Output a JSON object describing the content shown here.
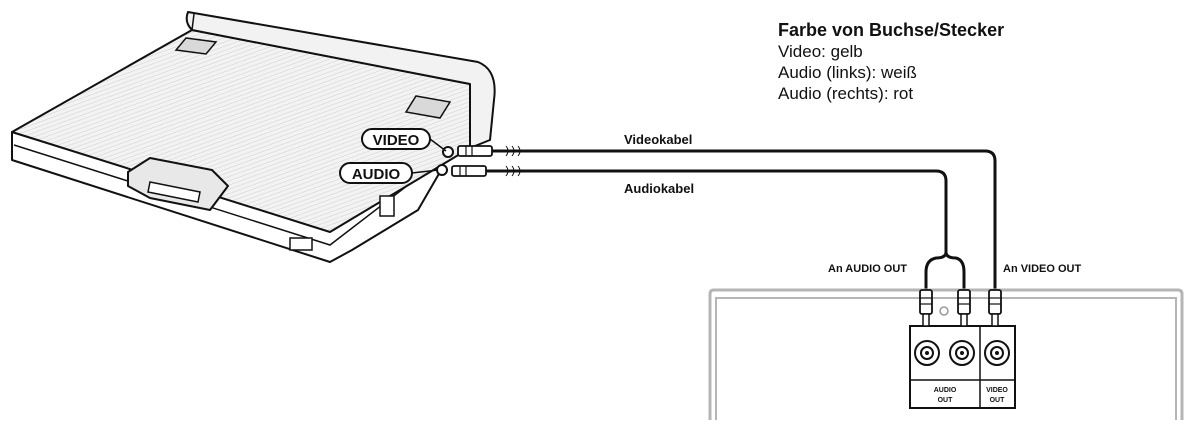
{
  "legend": {
    "title": "Farbe von Buchse/Stecker",
    "lines": [
      "Video: gelb",
      "Audio (links): weiß",
      "Audio (rechts): rot"
    ]
  },
  "player": {
    "video_label": "VIDEO",
    "audio_label": "AUDIO"
  },
  "cables": {
    "video": "Videokabel",
    "audio": "Audiokabel"
  },
  "targets": {
    "audio_out": "An AUDIO OUT",
    "video_out": "An VIDEO OUT"
  },
  "device": {
    "audio_jack_label_1": "AUDIO",
    "audio_jack_label_2": "OUT",
    "video_jack_label_1": "VIDEO",
    "video_jack_label_2": "OUT"
  }
}
